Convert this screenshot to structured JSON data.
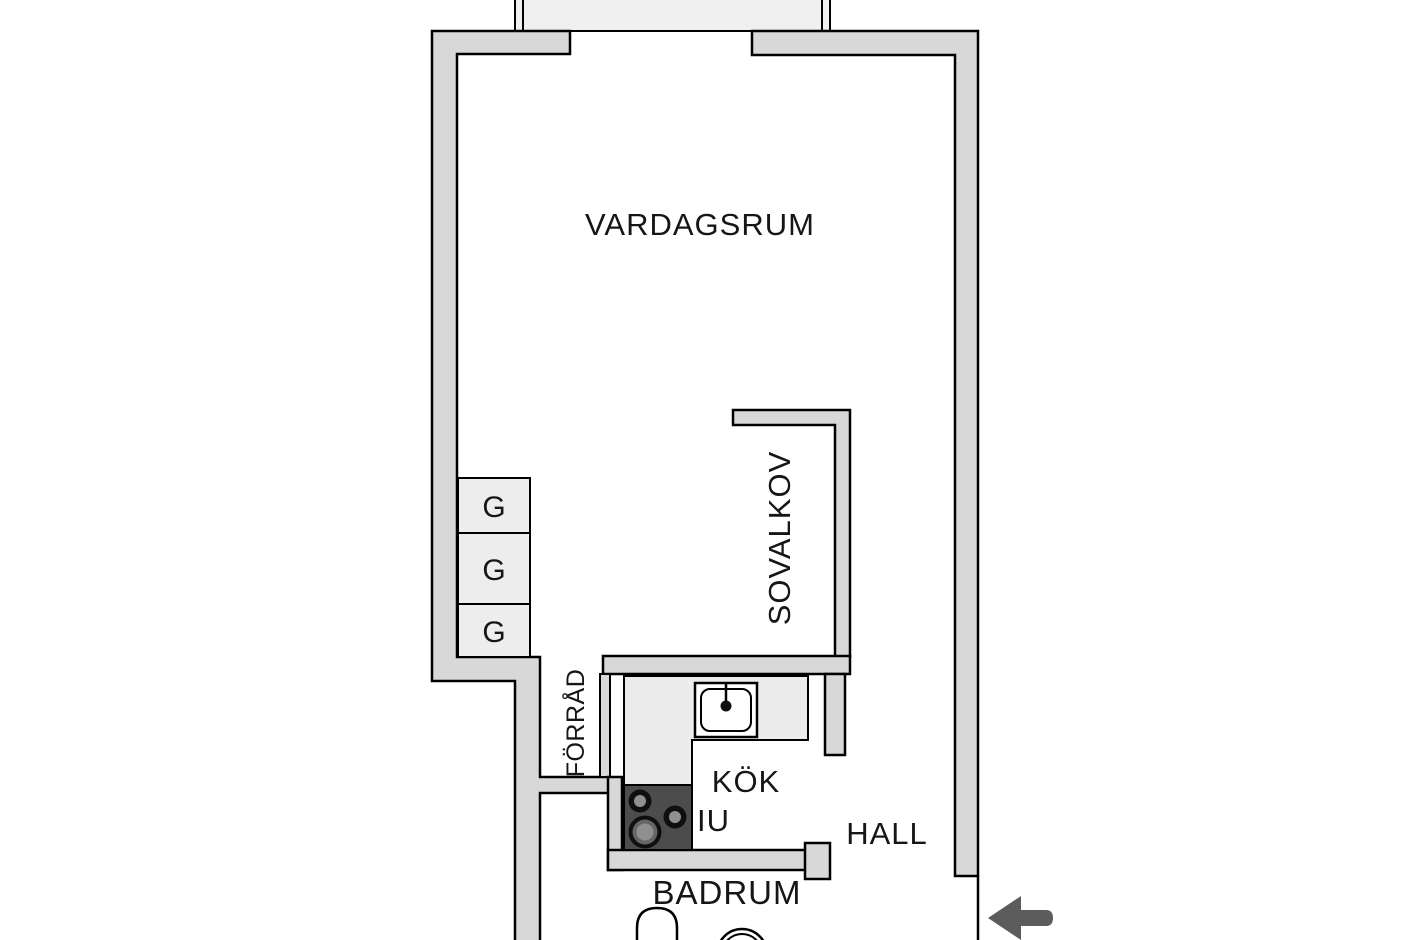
{
  "floorplan": {
    "labels": {
      "living_room": "VARDAGSRUM",
      "sleeping_alcove": "SOVALKOV",
      "storage": "FÖRRÅD",
      "kitchen": "KÖK",
      "kitchen_unit": "IU",
      "hall": "HALL",
      "bathroom": "BADRUM"
    },
    "wardrobes": [
      "G",
      "G",
      "G"
    ],
    "colors": {
      "wall_fill": "#d8d8d8",
      "outline": "#000000",
      "floor": "#ffffff",
      "balcony_floor": "#f0f0f0",
      "closet_fill": "#ededed",
      "counter_fill": "#ececec",
      "stove_fill": "#4c4c4c",
      "burner_center": "#8f8f8f",
      "entrance_arrow": "#5c5c5c",
      "text": "#161616"
    },
    "icons": [
      "entrance-arrow-icon",
      "kitchen-sink-icon",
      "stove-icon",
      "toilet-icon",
      "washbasin-icon"
    ]
  }
}
